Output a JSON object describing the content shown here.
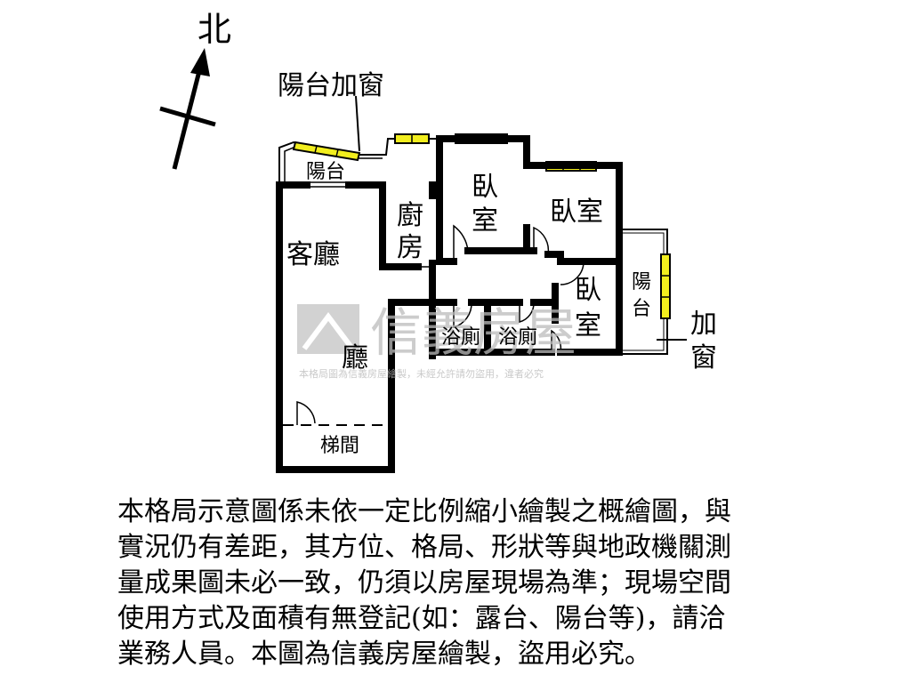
{
  "compass": {
    "north": "北"
  },
  "labels": {
    "balcony_window": "陽台加窗",
    "balcony_top": "陽台",
    "kitchen_1": "廚",
    "kitchen_2": "房",
    "bedroom1_1": "臥",
    "bedroom1_2": "室",
    "bedroom2": "臥室",
    "living": "客廳",
    "hall": "廳",
    "bath1": "浴廁",
    "bath2": "浴廁",
    "bedroom3_1": "臥",
    "bedroom3_2": "室",
    "balcony_right_1": "陽",
    "balcony_right_2": "台",
    "add_window_1": "加",
    "add_window_2": "窗",
    "stairwell": "梯間"
  },
  "watermark": {
    "brand": "信義房屋",
    "notice": "本格局圖為信義房屋繪製，未經允許請勿盜用，違者必究"
  },
  "disclaimer": "本格局示意圖係未依一定比例縮小繪製之概繪圖，與\n實況仍有差距，其方位、格局、形狀等與地政機關測\n量成果圖未必一致，仍須以房屋現場為準；現場空間\n使用方式及面積有無登記(如：露台、陽台等)，請洽\n業務人員。本圖為信義房屋繪製，盜用必究。",
  "colors": {
    "wall": "#000000",
    "window": "#f2ee1e",
    "watermark": "#b8b8b8"
  }
}
